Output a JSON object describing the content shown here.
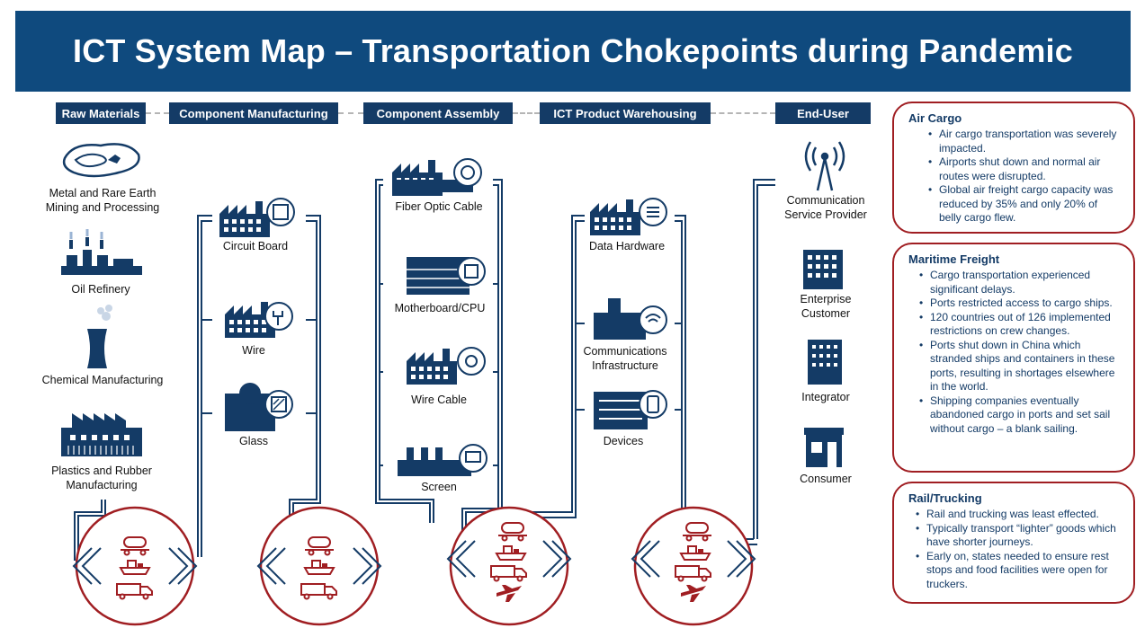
{
  "title": "ICT System Map – Transportation Chokepoints during Pandemic",
  "stages": [
    "Raw Materials",
    "Component Manufacturing",
    "Component Assembly",
    "ICT Product Warehousing",
    "End-User"
  ],
  "raw_materials": [
    "Metal and Rare Earth Mining and Processing",
    "Oil Refinery",
    "Chemical Manufacturing",
    "Plastics and Rubber Manufacturing"
  ],
  "component_manufacturing": [
    "Circuit Board",
    "Wire",
    "Glass"
  ],
  "component_assembly": [
    "Fiber Optic Cable",
    "Motherboard/CPU",
    "Wire Cable",
    "Screen"
  ],
  "warehousing": [
    "Data Hardware",
    "Communications Infrastructure",
    "Devices"
  ],
  "end_user": [
    "Communication Service Provider",
    "Enterprise Customer",
    "Integrator",
    "Consumer"
  ],
  "panels": {
    "air": {
      "title": "Air Cargo",
      "items": [
        "Air cargo transportation was severely impacted.",
        "Airports shut down and normal air routes were disrupted.",
        "Global air freight cargo capacity was reduced by 35% and only 20% of belly cargo flew."
      ]
    },
    "maritime": {
      "title": "Maritime Freight",
      "items": [
        "Cargo transportation experienced significant delays.",
        "Ports restricted access to cargo ships.",
        "120 countries out of 126 implemented restrictions on crew changes.",
        "Ports shut down in China which stranded ships and containers in these ports, resulting in shortages elsewhere in the world.",
        "Shipping companies eventually abandoned cargo in ports and set sail without cargo – a blank sailing."
      ]
    },
    "rail": {
      "title": "Rail/Trucking",
      "items": [
        "Rail and trucking was least effected.",
        "Typically transport “lighter” goods which have shorter journeys.",
        "Early on, states needed to ensure rest stops and food facilities were open for truckers."
      ]
    }
  },
  "colors": {
    "navy": "#143b66",
    "banner": "#0f4a7e",
    "red": "#a01e22"
  }
}
